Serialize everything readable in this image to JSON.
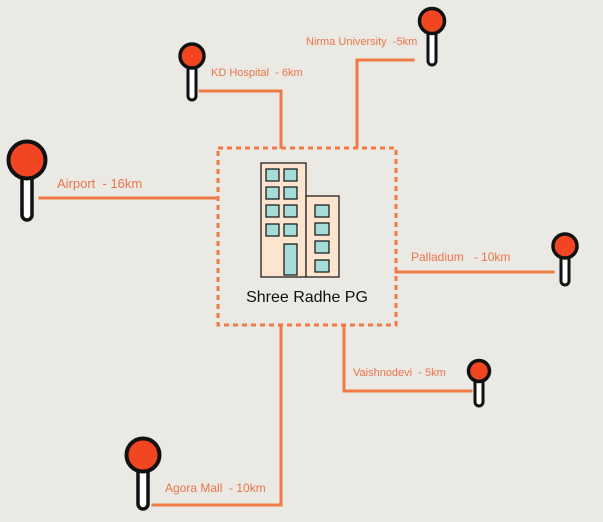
{
  "colors": {
    "background": "#ebe9e4",
    "route_line": "#f07a45",
    "pin_head": "#f24522",
    "pin_outline": "#111111",
    "label_text": "#e8764a",
    "building_wall": "#fde4cf",
    "building_window": "#a6dcd8"
  },
  "center": {
    "name": "Shree Radhe PG",
    "icon": "building-icon"
  },
  "locations": [
    {
      "id": "nirma",
      "label": "Nirma University  -5km",
      "icon": "map-pin-icon"
    },
    {
      "id": "kd",
      "label": "KD Hospital  - 6km",
      "icon": "map-pin-icon"
    },
    {
      "id": "airport",
      "label": "Airport  - 16km",
      "icon": "map-pin-icon"
    },
    {
      "id": "palladium",
      "label": "Palladium   - 10km",
      "icon": "map-pin-icon"
    },
    {
      "id": "vaishnodevi",
      "label": "Vaishnodevi  - 5km",
      "icon": "map-pin-icon"
    },
    {
      "id": "agora",
      "label": "Agora Mall  - 10km",
      "icon": "map-pin-icon"
    }
  ]
}
